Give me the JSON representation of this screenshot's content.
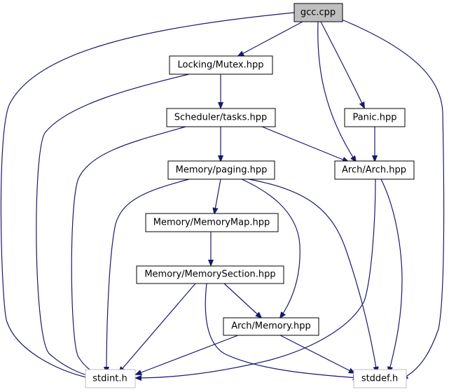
{
  "diagram": {
    "nodes": [
      {
        "id": "gcc",
        "label": "gcc.cpp",
        "kind": "root"
      },
      {
        "id": "mutex",
        "label": "Locking/Mutex.hpp",
        "kind": "plain"
      },
      {
        "id": "tasks",
        "label": "Scheduler/tasks.hpp",
        "kind": "plain"
      },
      {
        "id": "panic",
        "label": "Panic.hpp",
        "kind": "plain"
      },
      {
        "id": "paging",
        "label": "Memory/paging.hpp",
        "kind": "plain"
      },
      {
        "id": "arch",
        "label": "Arch/Arch.hpp",
        "kind": "plain"
      },
      {
        "id": "memmap",
        "label": "Memory/MemoryMap.hpp",
        "kind": "plain"
      },
      {
        "id": "memsection",
        "label": "Memory/MemorySection.hpp",
        "kind": "plain"
      },
      {
        "id": "archmem",
        "label": "Arch/Memory.hpp",
        "kind": "plain"
      },
      {
        "id": "stdint",
        "label": "stdint.h",
        "kind": "external"
      },
      {
        "id": "stddef",
        "label": "stddef.h",
        "kind": "external"
      }
    ],
    "edges": [
      {
        "from": "gcc",
        "to": "mutex"
      },
      {
        "from": "gcc",
        "to": "panic"
      },
      {
        "from": "gcc",
        "to": "arch"
      },
      {
        "from": "gcc",
        "to": "stdint"
      },
      {
        "from": "gcc",
        "to": "stddef"
      },
      {
        "from": "mutex",
        "to": "tasks"
      },
      {
        "from": "mutex",
        "to": "stdint"
      },
      {
        "from": "tasks",
        "to": "paging"
      },
      {
        "from": "tasks",
        "to": "arch"
      },
      {
        "from": "tasks",
        "to": "stdint"
      },
      {
        "from": "panic",
        "to": "arch"
      },
      {
        "from": "paging",
        "to": "memmap"
      },
      {
        "from": "paging",
        "to": "archmem"
      },
      {
        "from": "paging",
        "to": "stdint"
      },
      {
        "from": "paging",
        "to": "stddef"
      },
      {
        "from": "arch",
        "to": "stdint"
      },
      {
        "from": "arch",
        "to": "stddef"
      },
      {
        "from": "memmap",
        "to": "memsection"
      },
      {
        "from": "memsection",
        "to": "archmem"
      },
      {
        "from": "memsection",
        "to": "stdint"
      },
      {
        "from": "memsection",
        "to": "stddef"
      },
      {
        "from": "archmem",
        "to": "stdint"
      },
      {
        "from": "archmem",
        "to": "stddef"
      }
    ],
    "colors": {
      "edge": "#191970",
      "root_fill": "#bfbfbf",
      "external_border": "#bfbfbf"
    }
  }
}
